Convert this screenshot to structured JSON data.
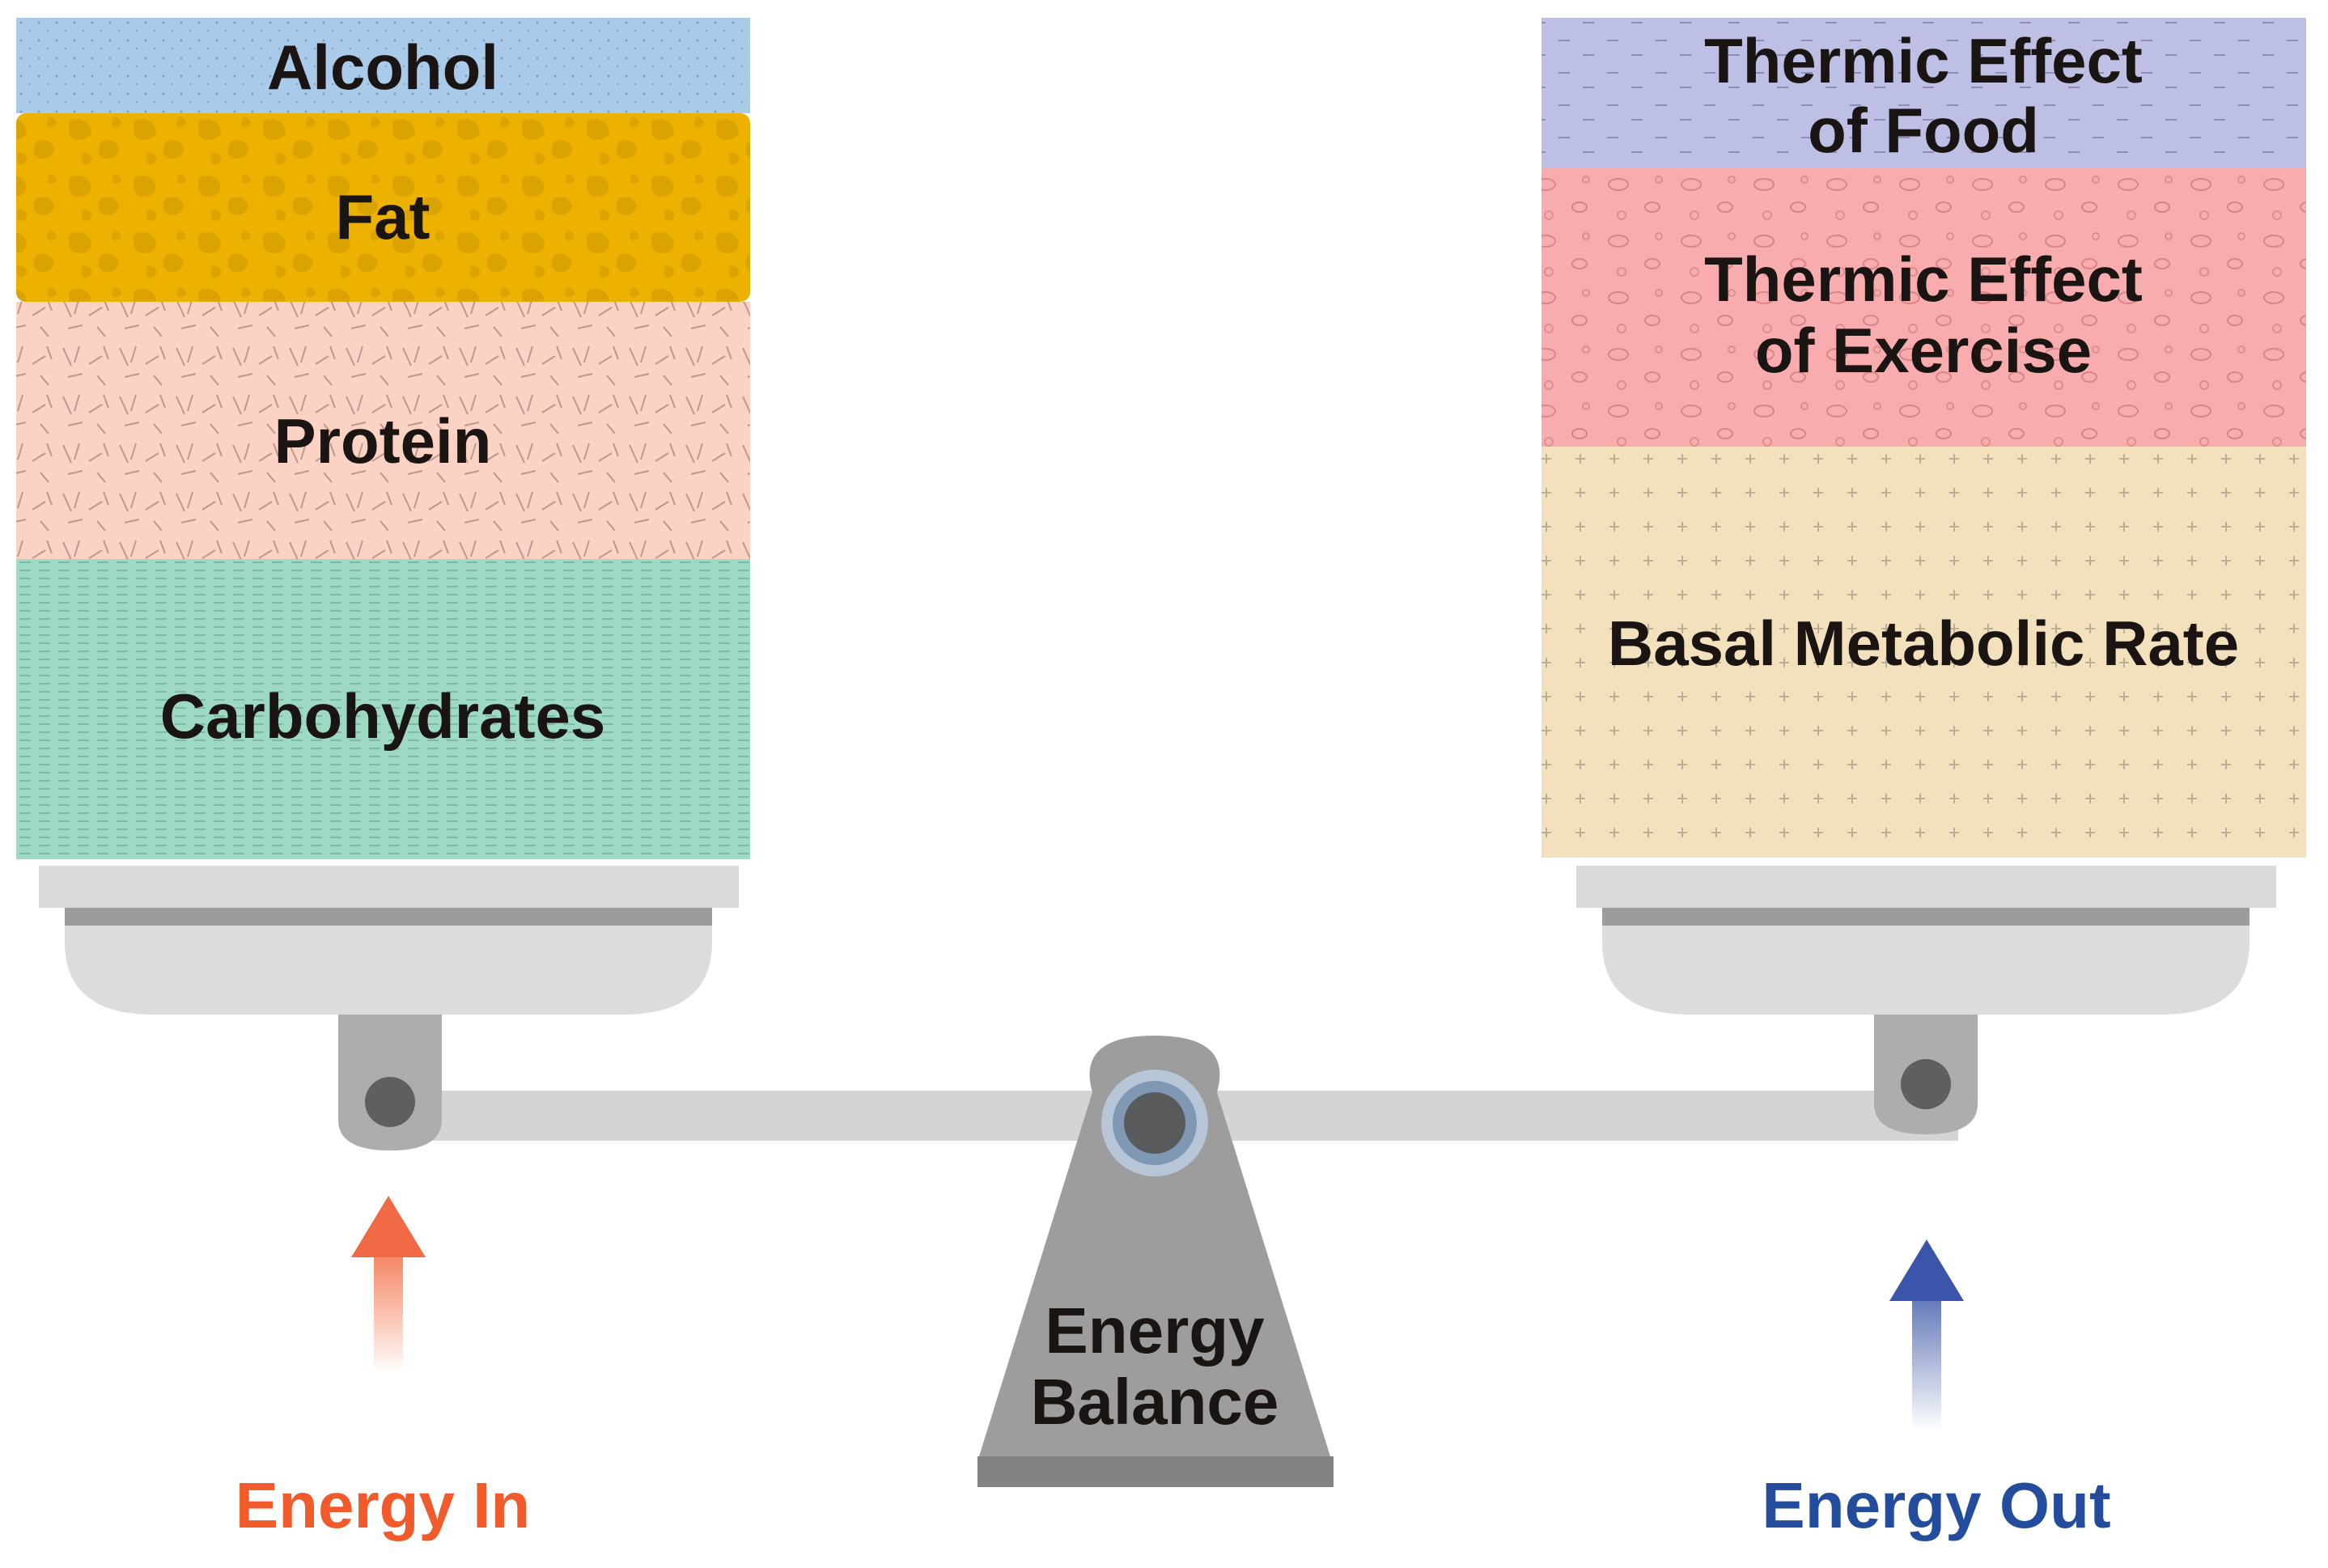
{
  "diagram": {
    "energy_in": {
      "label": "Energy In",
      "color": "#f15a2b",
      "layers": [
        {
          "label": "Alcohol",
          "color": "#a9cbe9"
        },
        {
          "label": "Fat",
          "color": "#edb200"
        },
        {
          "label": "Protein",
          "color": "#fbd2c3"
        },
        {
          "label": "Carbohydrates",
          "color": "#9ed9c4"
        }
      ]
    },
    "energy_out": {
      "label": "Energy Out",
      "color": "#234c9c",
      "layers": [
        {
          "line1": "Thermic Effect",
          "line2": "of Food",
          "color": "#bdbfe4"
        },
        {
          "line1": "Thermic Effect",
          "line2": "of Exercise",
          "color": "#f8acad"
        },
        {
          "label": "Basal Metabolic Rate",
          "color": "#f3e0bd"
        }
      ]
    },
    "fulcrum": {
      "line1": "Energy",
      "line2": "Balance"
    },
    "scale_color": "#c8c8c8"
  }
}
